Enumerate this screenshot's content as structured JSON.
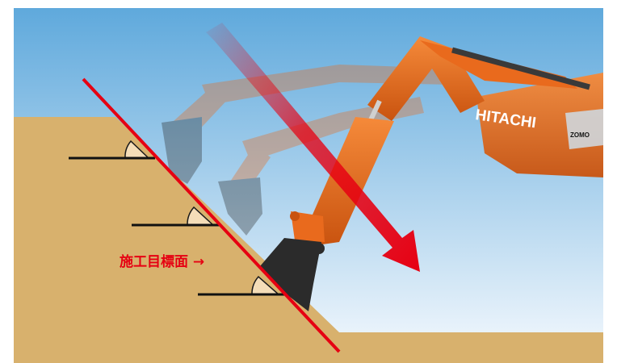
{
  "target_surface_label": "施工目標面 →",
  "brand_text": "HITACHI",
  "cab_logo_text": "ZOMO",
  "colors": {
    "sky_top": "#5fa9dc",
    "sky_bottom": "#f3f8fd",
    "soil": "#d8b16d",
    "design_line": "#e60012",
    "excavator_orange": "#e96a1d",
    "bucket": "#2b2b2b",
    "angle_fill": "#f4ddb8"
  }
}
